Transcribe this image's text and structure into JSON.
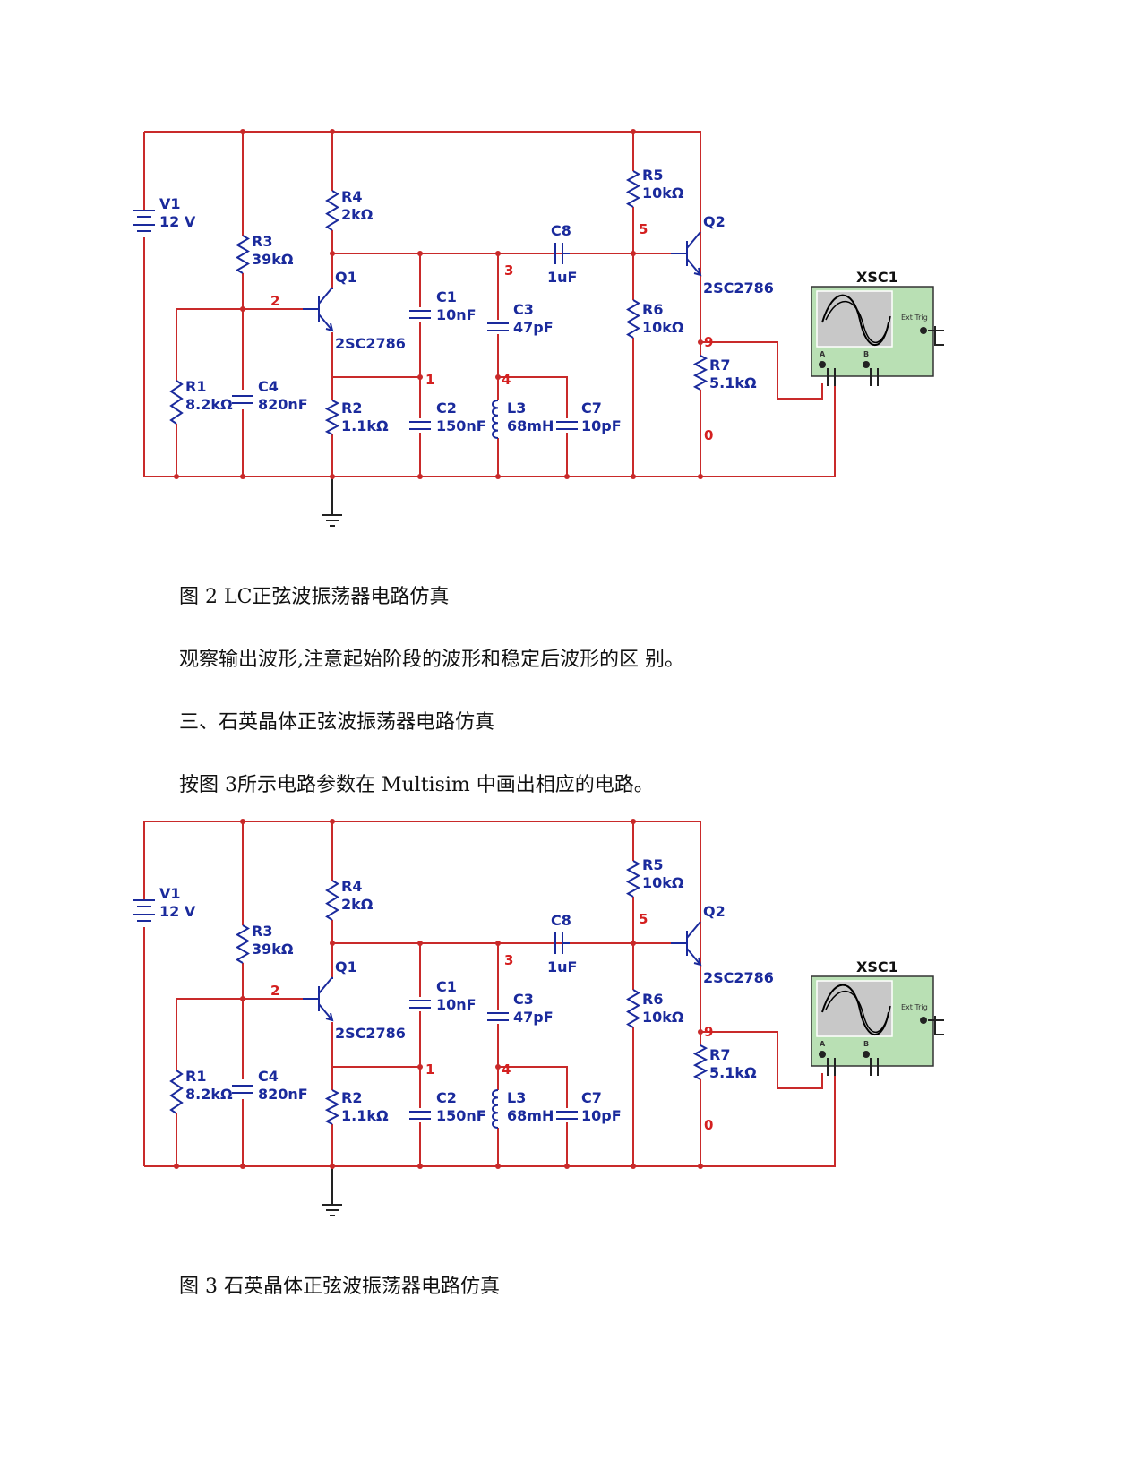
{
  "figure2": {
    "caption": "图 2 LC正弦波振荡器电路仿真",
    "components": {
      "V1": "V1",
      "V1_val": "12 V",
      "R1": "R1",
      "R1_val": "8.2kΩ",
      "R2": "R2",
      "R2_val": "1.1kΩ",
      "R3": "R3",
      "R3_val": "39kΩ",
      "R4": "R4",
      "R4_val": "2kΩ",
      "R5": "R5",
      "R5_val": "10kΩ",
      "R6": "R6",
      "R6_val": "10kΩ",
      "R7": "R7",
      "R7_val": "5.1kΩ",
      "C1": "C1",
      "C1_val": "10nF",
      "C2": "C2",
      "C2_val": "150nF",
      "C3": "C3",
      "C3_val": "47pF",
      "C4": "C4",
      "C4_val": "820nF",
      "C7": "C7",
      "C7_val": "10pF",
      "C8": "C8",
      "C8_val": "1uF",
      "L3": "L3",
      "L3_val": "68mH",
      "Q1": "Q1",
      "Q1_model": "2SC2786",
      "Q2": "Q2",
      "Q2_model": "2SC2786",
      "XSC1": "XSC1",
      "ext_trig": "Ext Trig",
      "ch_a": "A",
      "ch_b": "B"
    },
    "nodes": {
      "n0": "0",
      "n1": "1",
      "n2": "2",
      "n3": "3",
      "n4": "4",
      "n5": "5",
      "n9": "9"
    }
  },
  "figure3": {
    "caption": "图 3 石英晶体正弦波振荡器电路仿真",
    "components": {
      "V1": "V1",
      "V1_val": "12 V",
      "R1": "R1",
      "R1_val": "8.2kΩ",
      "R2": "R2",
      "R2_val": "1.1kΩ",
      "R3": "R3",
      "R3_val": "39kΩ",
      "R4": "R4",
      "R4_val": "2kΩ",
      "R5": "R5",
      "R5_val": "10kΩ",
      "R6": "R6",
      "R6_val": "10kΩ",
      "R7": "R7",
      "R7_val": "5.1kΩ",
      "C1": "C1",
      "C1_val": "10nF",
      "C2": "C2",
      "C2_val": "150nF",
      "C3": "C3",
      "C3_val": "47pF",
      "C4": "C4",
      "C4_val": "820nF",
      "C7": "C7",
      "C7_val": "10pF",
      "C8": "C8",
      "C8_val": "1uF",
      "L3": "L3",
      "L3_val": "68mH",
      "Q1": "Q1",
      "Q1_model": "2SC2786",
      "Q2": "Q2",
      "Q2_model": "2SC2786",
      "XSC1": "XSC1",
      "ext_trig": "Ext Trig",
      "ch_a": "A",
      "ch_b": "B"
    },
    "nodes": {
      "n0": "0",
      "n1": "1",
      "n2": "2",
      "n3": "3",
      "n4": "4",
      "n5": "5",
      "n9": "9"
    }
  },
  "text": {
    "para1": "观察输出波形,注意起始阶段的波形和稳定后波形的区 别。",
    "section3": "三、石英晶体正弦波振荡器电路仿真",
    "para2": "按图 3所示电路参数在 Multisim 中画出相应的电路。"
  }
}
